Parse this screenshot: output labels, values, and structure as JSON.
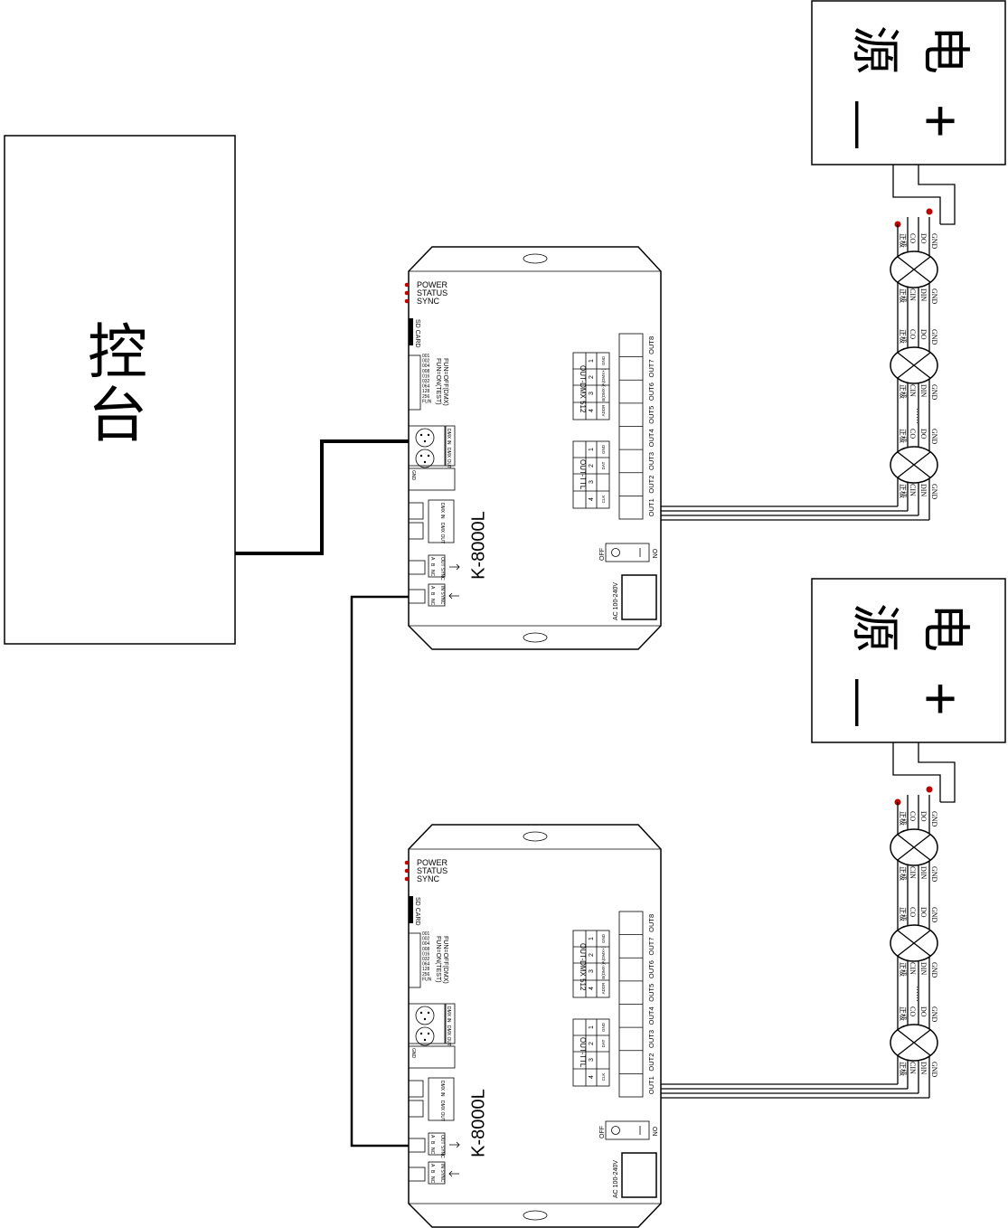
{
  "console": {
    "label_1": "控",
    "label_2": "台"
  },
  "power_supply": {
    "char_1": "电",
    "char_2": "源",
    "plus": "+",
    "minus": "—"
  },
  "controller": {
    "model": "K-8000L",
    "leds": [
      "POWER",
      "STATUS",
      "SYNC"
    ],
    "sd_card": "SD CARD",
    "fun_off": "FUN=OFF(DMX)",
    "fun_on": "FUN=ON(TEST)",
    "dip_values": [
      "001",
      "002",
      "004",
      "008",
      "016",
      "032",
      "064",
      "128",
      "256",
      "FUN"
    ],
    "dmx_in": "DMX IN",
    "dmx_out": "DMX OUT",
    "in_sync": "IN SYNC",
    "out_sync": "OUT SYNC",
    "sync_terms": [
      "A",
      "B",
      "NC"
    ],
    "gnd_short": "GND",
    "ttl_title": "OUT-TTL",
    "ttl_nums": [
      "1",
      "2",
      "3",
      "4"
    ],
    "ttl_pins": [
      "GND",
      "DAT",
      "",
      "CLK"
    ],
    "dmx512_title": "OUT-DMX 512",
    "dmx512_nums": [
      "1",
      "2",
      "3",
      "4"
    ],
    "dmx512_pins": [
      "GND",
      "A(DMX+)",
      "B(DMX-)",
      "ADDR"
    ],
    "outputs": [
      "OUT1",
      "OUT2",
      "OUT3",
      "OUT4",
      "OUT5",
      "OUT6",
      "OUT7",
      "OUT8"
    ],
    "switch_off": "OFF",
    "switch_on": "ON",
    "ac_input": "AC 100-240V"
  },
  "lamp": {
    "top_pins": [
      "GND",
      "DO",
      "CO",
      "正极"
    ],
    "bottom_pins": [
      "GND",
      "DIN",
      "CIN",
      "正极"
    ],
    "ellipsis": "……"
  }
}
